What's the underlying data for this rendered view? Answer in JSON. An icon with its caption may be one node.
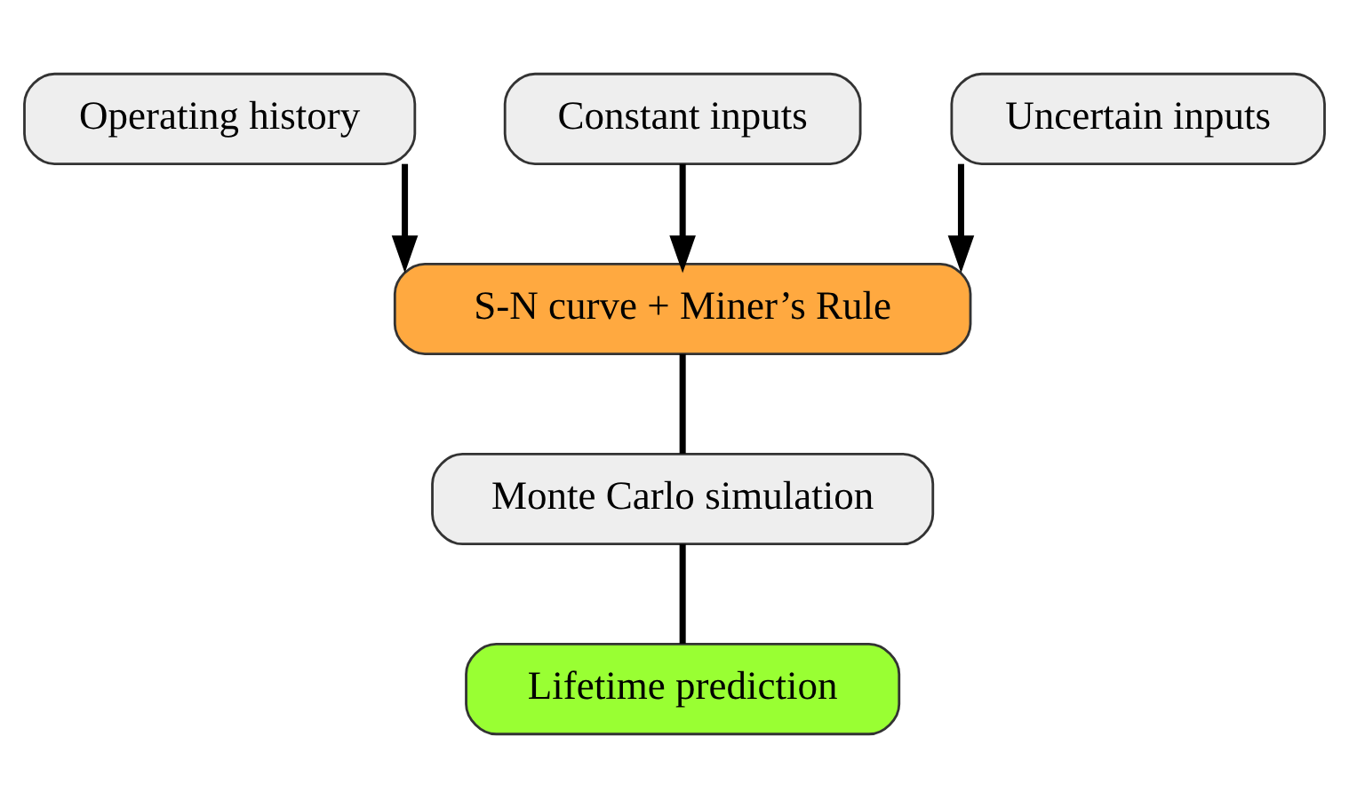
{
  "diagram": {
    "nodes": [
      {
        "text": [
          "Operating history"
        ]
      },
      {
        "text": [
          "Constant inputs"
        ]
      },
      {
        "text": [
          "Uncertain inputs"
        ]
      },
      {
        "text": [
          "S-N curve + Miner’s Rule"
        ]
      },
      {
        "text": [
          "Monte Carlo simulation"
        ]
      },
      {
        "text": [
          "Lifetime prediction"
        ]
      }
    ],
    "edges": [
      {
        "from": 0,
        "to": 3,
        "arrow": "to"
      },
      {
        "from": 1,
        "to": 3,
        "arrow": "to"
      },
      {
        "from": 2,
        "to": 3,
        "arrow": "to"
      },
      {
        "from": 3,
        "to": 4,
        "arrow": "none"
      },
      {
        "from": 4,
        "to": 5,
        "arrow": "none"
      }
    ]
  }
}
